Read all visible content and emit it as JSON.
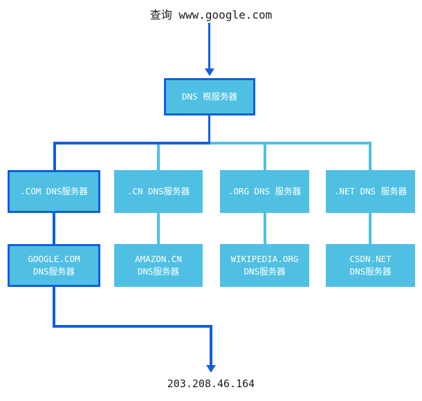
{
  "diagram": {
    "query_label": "查询 www.google.com",
    "result_ip": "203.208.46.164",
    "colors": {
      "node_fill": "#4fc0e3",
      "highlight_stroke": "#0f5fe0",
      "connector_light": "#4fc0e3",
      "connector_dark": "#0f5fe0",
      "text_on_node": "#ffffff",
      "text_plain": "#1a1a1a"
    },
    "root": {
      "label": "DNS 根服务器",
      "highlighted": true
    },
    "tld_nodes": [
      {
        "label": ".COM DNS服务器",
        "highlighted": true
      },
      {
        "label": ".CN DNS服务器",
        "highlighted": false
      },
      {
        "label": ".ORG DNS 服务器",
        "highlighted": false
      },
      {
        "label": ".NET DNS 服务器",
        "highlighted": false
      }
    ],
    "authoritative_nodes": [
      {
        "line1": "GOOGLE.COM",
        "line2": "DNS服务器",
        "highlighted": true
      },
      {
        "line1": "AMAZON.CN",
        "line2": "DNS服务器",
        "highlighted": false
      },
      {
        "line1": "WIKIPEDIA.ORG",
        "line2": "DNS服务器",
        "highlighted": false
      },
      {
        "line1": "CSDN.NET",
        "line2": "DNS服务器",
        "highlighted": false
      }
    ]
  }
}
